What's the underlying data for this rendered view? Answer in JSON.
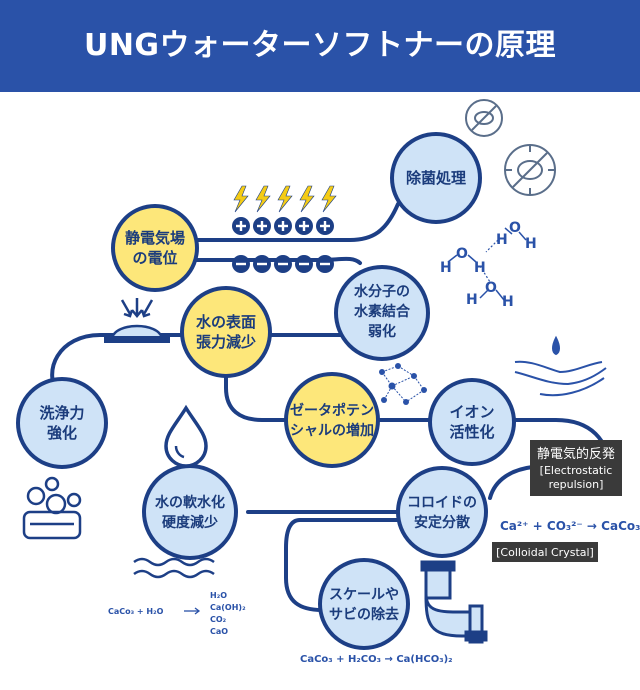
{
  "title": "UNGウォーターソフトナーの原理",
  "colors": {
    "header_bg": "#2a52a8",
    "path": "#1d3f86",
    "node_blue_fill": "#cfe3f7",
    "node_yellow_fill": "#fde77a",
    "node_border": "#1d3f86",
    "dark_box": "#3a3a3a"
  },
  "nodes": {
    "sterilization": {
      "lines": [
        "除菌処理"
      ]
    },
    "static_potential": {
      "lines": [
        "静電気場",
        "の電位"
      ]
    },
    "hydrogen_bond": {
      "lines": [
        "水分子の",
        "水素結合",
        "弱化"
      ]
    },
    "surface_tension": {
      "lines": [
        "水の表面",
        "張力減少"
      ]
    },
    "cleaning": {
      "lines": [
        "洗浄力",
        "強化"
      ]
    },
    "zeta_potential": {
      "lines": [
        "ゼータポテン",
        "シャルの増加"
      ]
    },
    "ionization": {
      "lines": [
        "イオン",
        "活性化"
      ]
    },
    "softening": {
      "lines": [
        "水の軟水化",
        "硬度減少"
      ]
    },
    "colloid": {
      "lines": [
        "コロイドの",
        "安定分散"
      ]
    },
    "scale_removal": {
      "lines": [
        "スケールや",
        "サビの除去"
      ]
    }
  },
  "boxes": {
    "electrostatic": {
      "title": "静電気的反発",
      "lines": [
        "[Electrostatic",
        "repulsion]"
      ]
    },
    "colloidal": {
      "label": "[Colloidal Crystal]"
    }
  },
  "formulas": {
    "caco3_reaction": "Ca²⁺ + CO₃²⁻ → CaCo₃",
    "dissolution_left": "CaCo₃ + H₂O",
    "dissolution_products": [
      "H₂O",
      "Ca(OH)₂",
      "CO₂",
      "CaO"
    ],
    "bottom": "CaCo₃ + H₂CO₃ → Ca(HCO₃)₂"
  },
  "molecules": {
    "atoms": [
      "H",
      "O",
      "H",
      "H",
      "O",
      "H",
      "H",
      "O",
      "H"
    ]
  },
  "icons": {
    "bacteria": "bacteria-crossed-icon",
    "lightning": "lightning-icon",
    "plus": "plus-circle-icon",
    "minus": "minus-circle-icon",
    "drop": "water-drop-icon",
    "hand": "hand-drop-icon",
    "network": "molecule-network-icon",
    "bubbles": "soap-bubbles-icon",
    "waves": "water-waves-icon",
    "pipe": "pipe-icon",
    "pressure": "pressure-arrows-icon"
  }
}
